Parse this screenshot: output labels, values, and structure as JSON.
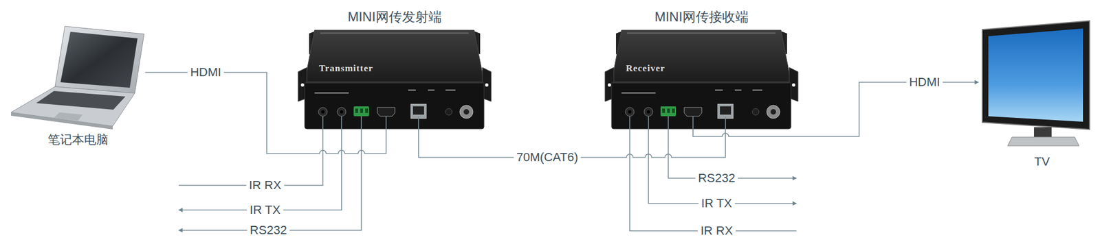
{
  "diagram": {
    "nodes": [
      {
        "text": [
          "笔记本电脑"
        ]
      },
      {
        "text": [
          "MINI网传发射端",
          "Transmitter"
        ]
      },
      {
        "text": [
          "MINI网传接收端",
          "Receiver"
        ]
      },
      {
        "text": [
          "TV"
        ]
      }
    ],
    "edges": [
      {
        "from": 0,
        "to": 1,
        "label": "HDMI",
        "arrow": "none"
      },
      {
        "from": 1,
        "to": 2,
        "label": "70M(CAT6)",
        "arrow": "none"
      },
      {
        "from": 2,
        "to": 3,
        "label": "HDMI",
        "arrow": "to"
      }
    ],
    "labels": [
      "IR RX",
      "IR TX",
      "RS232",
      "RS232",
      "IR TX",
      "IR RX"
    ]
  }
}
